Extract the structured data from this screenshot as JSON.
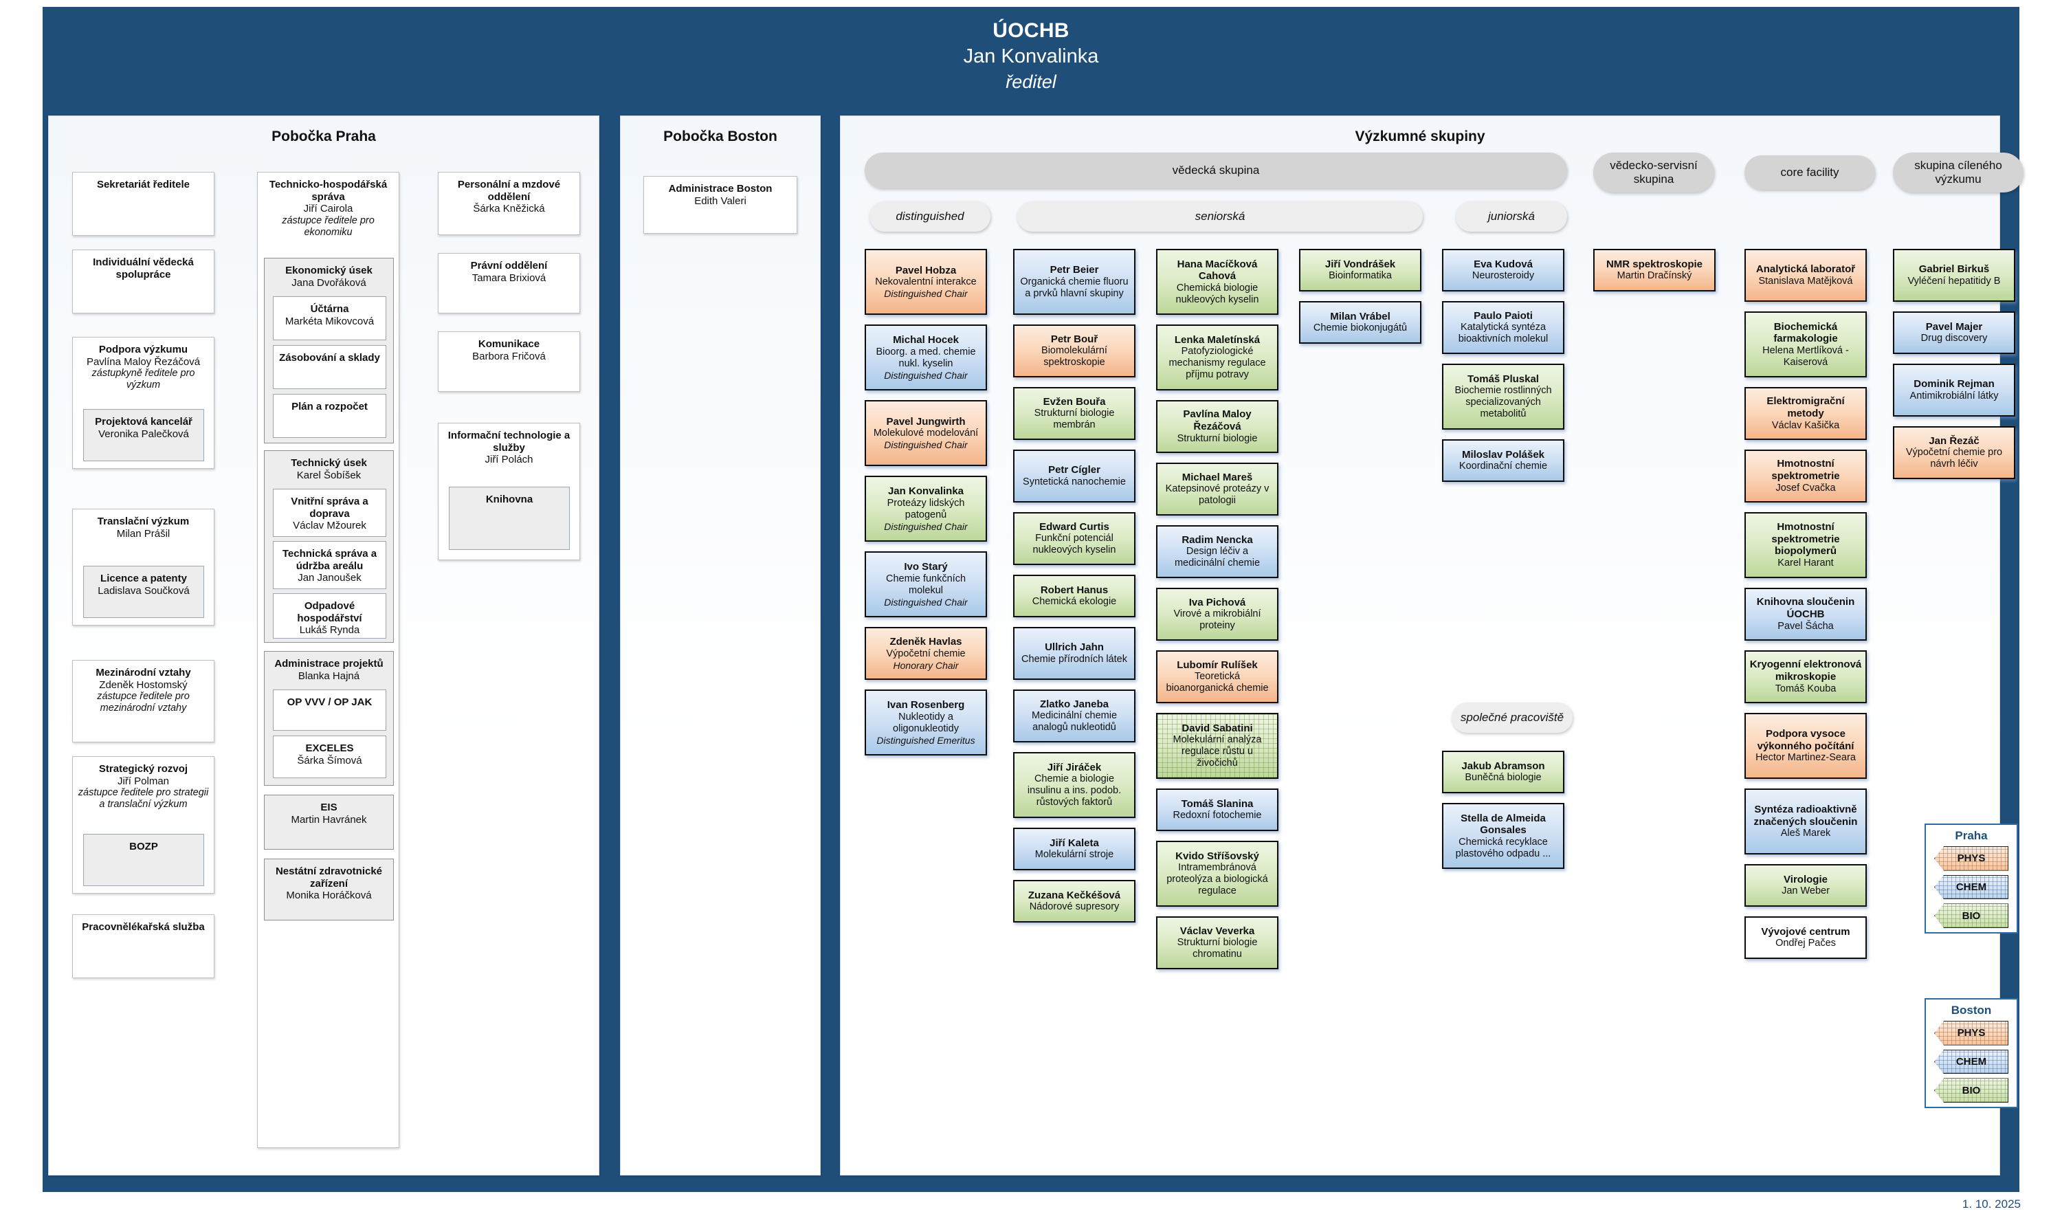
{
  "header": {
    "org": "ÚOCHB",
    "director_name": "Jan Konvalinka",
    "director_role": "ředitel"
  },
  "footer": {
    "date": "1. 10. 2025"
  },
  "panels": {
    "praha": "Pobočka Praha",
    "boston": "Pobočka Boston",
    "research": "Výzkumné skupiny"
  },
  "legend": {
    "vedecka_skupina": "vědecká skupina",
    "distinguished": "distinguished",
    "seniorska": "seniorská",
    "juniorska": "juniorská",
    "vedecko_servisni": "vědecko-servisní skupina",
    "core_facility": "core facility",
    "cileny_vyzkum": "skupina cíleného výzkumu",
    "spolecne_pracoviste": "společné pracoviště"
  },
  "praha_col1": [
    {
      "title": "Sekretariát ředitele"
    },
    {
      "title": "Individuální vědecká spolupráce"
    },
    {
      "title": "Podpora výzkumu",
      "person": "Pavlína Maloy Řezáčová",
      "role": "zástupkyně ředitele pro výzkum",
      "children": [
        {
          "title": "Projektová kancelář",
          "person": "Veronika Palečková"
        }
      ]
    },
    {
      "title": "Translační výzkum",
      "person": "Milan Prášil",
      "children": [
        {
          "title": "Licence a patenty",
          "person": "Ladislava Součková"
        }
      ]
    },
    {
      "title": "Mezinárodní vztahy",
      "person": "Zdeněk Hostomský",
      "role": "zástupce ředitele pro mezinárodní vztahy"
    },
    {
      "title": "Strategický rozvoj",
      "person": "Jiří Polman",
      "role": "zástupce ředitele pro strategii a translační výzkum",
      "children": [
        {
          "title": "BOZP"
        }
      ]
    },
    {
      "title": "Pracovnělékařská služba"
    }
  ],
  "praha_col2": {
    "title": "Technicko-hospodářská správa",
    "person": "Jiří Cairola",
    "role": "zástupce ředitele pro ekonomiku",
    "sections": [
      {
        "title": "Ekonomický úsek",
        "person": "Jana Dvořáková",
        "children": [
          {
            "title": "Účtárna",
            "person": "Markéta Mikovcová"
          },
          {
            "title": "Zásobování a sklady"
          },
          {
            "title": "Plán a rozpočet"
          }
        ]
      },
      {
        "title": "Technický úsek",
        "person": "Karel Šobíšek",
        "children": [
          {
            "title": "Vnitřní správa a doprava",
            "person": "Václav Mžourek"
          },
          {
            "title": "Technická správa a údržba areálu",
            "person": "Jan Janoušek"
          },
          {
            "title": "Odpadové hospodářství",
            "person": "Lukáš Rynda"
          }
        ]
      },
      {
        "title": "Administrace projektů",
        "person": "Blanka Hajná",
        "children": [
          {
            "title": "OP VVV / OP JAK"
          },
          {
            "title": "EXCELES",
            "person": "Šárka Šímová"
          }
        ]
      },
      {
        "title": "EIS",
        "person": "Martin Havránek",
        "children": []
      },
      {
        "title": "Nestátní zdravotnické zařízení",
        "person": "Monika Horáčková",
        "children": []
      }
    ]
  },
  "praha_col3": [
    {
      "title": "Personální a mzdové oddělení",
      "person": "Šárka Kněžická"
    },
    {
      "title": "Právní oddělení",
      "person": "Tamara Brixiová"
    },
    {
      "title": "Komunikace",
      "person": "Barbora Fričová"
    },
    {
      "title": "Informační technologie a služby",
      "person": "Jiří Polách",
      "children": [
        {
          "title": "Knihovna"
        }
      ]
    }
  ],
  "boston": [
    {
      "title": "Administrace Boston",
      "person": "Edith Valeri"
    }
  ],
  "groups_distinguished": [
    {
      "name": "Pavel Hobza",
      "desc": "Nekovalentní interakce",
      "tag": "Distinguished Chair",
      "color": "orange"
    },
    {
      "name": "Michal Hocek",
      "desc": "Bioorg. a med. chemie nukl. kyselin",
      "tag": "Distinguished Chair",
      "color": "blue"
    },
    {
      "name": "Pavel Jungwirth",
      "desc": "Molekulové modelování",
      "tag": "Distinguished Chair",
      "color": "orange"
    },
    {
      "name": "Jan Konvalinka",
      "desc": "Proteázy lidských patogenů",
      "tag": "Distinguished Chair",
      "color": "green"
    },
    {
      "name": "Ivo Starý",
      "desc": "Chemie funkčních molekul",
      "tag": "Distinguished Chair",
      "color": "blue"
    },
    {
      "name": "Zdeněk Havlas",
      "desc": "Výpočetní chemie",
      "tag": "Honorary Chair",
      "color": "orange"
    },
    {
      "name": "Ivan Rosenberg",
      "desc": "Nukleotidy a oligonukleotidy",
      "tag": "Distinguished Emeritus",
      "color": "blue"
    }
  ],
  "groups_senior_a": [
    {
      "name": "Petr Beier",
      "desc": "Organická chemie fluoru a prvků hlavní skupiny",
      "color": "blue"
    },
    {
      "name": "Petr Bouř",
      "desc": "Biomolekulární spektroskopie",
      "color": "orange"
    },
    {
      "name": "Evžen Bouřa",
      "desc": "Strukturní biologie membrán",
      "color": "green"
    },
    {
      "name": "Petr Cígler",
      "desc": "Syntetická nanochemie",
      "color": "blue"
    },
    {
      "name": "Edward Curtis",
      "desc": "Funkční potenciál nukleových kyselin",
      "color": "green"
    },
    {
      "name": "Robert Hanus",
      "desc": "Chemická ekologie",
      "color": "green"
    },
    {
      "name": "Ullrich Jahn",
      "desc": "Chemie přírodních látek",
      "color": "blue"
    },
    {
      "name": "Zlatko Janeba",
      "desc": "Medicinální chemie analogů nukleotidů",
      "color": "blue"
    },
    {
      "name": "Jiří Jiráček",
      "desc": "Chemie a biologie insulinu a ins. podob. růstových faktorů",
      "color": "green"
    },
    {
      "name": "Jiří Kaleta",
      "desc": "Molekulární stroje",
      "color": "blue"
    },
    {
      "name": "Zuzana Kečkéšová",
      "desc": "Nádorové supresory",
      "color": "green"
    }
  ],
  "groups_senior_b": [
    {
      "name": "Hana Macíčková Cahová",
      "desc": "Chemická biologie nukleových kyselin",
      "color": "green"
    },
    {
      "name": "Lenka Maletínská",
      "desc": "Patofyziologické mechanismy regulace příjmu potravy",
      "color": "green"
    },
    {
      "name": "Pavlína Maloy Řezáčová",
      "desc": "Strukturní biologie",
      "color": "green"
    },
    {
      "name": "Michael Mareš",
      "desc": "Katepsinové proteázy v patologii",
      "color": "green"
    },
    {
      "name": "Radim Nencka",
      "desc": "Design léčiv a medicinální chemie",
      "color": "blue"
    },
    {
      "name": "Iva Pichová",
      "desc": "Virové a mikrobiální proteiny",
      "color": "green"
    },
    {
      "name": "Lubomír Rulíšek",
      "desc": "Teoretická bioanorganická chemie",
      "color": "orange"
    },
    {
      "name": "David Sabatini",
      "desc": "Molekulární analýza regulace růstu u živočichů",
      "color": "green-hatch"
    },
    {
      "name": "Tomáš Slanina",
      "desc": "Redoxní fotochemie",
      "color": "blue"
    },
    {
      "name": "Kvido Stříšovský",
      "desc": "Intramembránová proteolýza a biologická regulace",
      "color": "green"
    },
    {
      "name": "Václav Veverka",
      "desc": "Strukturní biologie chromatinu",
      "color": "green"
    }
  ],
  "groups_senior_c": [
    {
      "name": "Jiří Vondrášek",
      "desc": "Bioinformatika",
      "color": "green"
    },
    {
      "name": "Milan Vrábel",
      "desc": "Chemie biokonjugátů",
      "color": "blue"
    }
  ],
  "groups_junior": [
    {
      "name": "Eva Kudová",
      "desc": "Neurosteroidy",
      "color": "blue"
    },
    {
      "name": "Paulo Paioti",
      "desc": "Katalytická syntéza bioaktivních molekul",
      "color": "blue"
    },
    {
      "name": "Tomáš Pluskal",
      "desc": "Biochemie rostlinných specializovaných metabolitů",
      "color": "green"
    },
    {
      "name": "Miloslav Polášek",
      "desc": "Koordinační chemie",
      "color": "blue"
    }
  ],
  "groups_shared": [
    {
      "name": "Jakub Abramson",
      "desc": "Buněčná biologie",
      "color": "green"
    },
    {
      "name": "Stella de Almeida Gonsales",
      "desc": "Chemická recyklace plastového odpadu ...",
      "color": "blue"
    }
  ],
  "groups_service": [
    {
      "name": "NMR spektroskopie",
      "desc": "Martin Dračínský",
      "color": "orange"
    }
  ],
  "groups_core": [
    {
      "name": "Analytická laboratoř",
      "desc": "Stanislava Matějková",
      "color": "orange"
    },
    {
      "name": "Biochemická farmakologie",
      "desc": "Helena Mertlíková - Kaiserová",
      "color": "green"
    },
    {
      "name": "Elektromigrační metody",
      "desc": "Václav Kašička",
      "color": "orange"
    },
    {
      "name": "Hmotnostní spektrometrie",
      "desc": "Josef Cvačka",
      "color": "orange"
    },
    {
      "name": "Hmotnostní spektrometrie biopolymerů",
      "desc": "Karel Harant",
      "color": "green"
    },
    {
      "name": "Knihovna sloučenin ÚOCHB",
      "desc": "Pavel Šácha",
      "color": "blue"
    },
    {
      "name": "Kryogenní elektronová mikroskopie",
      "desc": "Tomáš Kouba",
      "color": "green"
    },
    {
      "name": "Podpora vysoce výkonného počítání",
      "desc": "Hector Martinez-Seara",
      "color": "orange"
    },
    {
      "name": "Syntéza radioaktivně značených sloučenin",
      "desc": "Aleš Marek",
      "color": "blue"
    },
    {
      "name": "Virologie",
      "desc": "Jan Weber",
      "color": "green"
    },
    {
      "name": "Vývojové centrum",
      "desc": "Ondřej Pačes",
      "color": "white"
    }
  ],
  "groups_targeted": [
    {
      "name": "Gabriel Birkuš",
      "desc": "Vyléčení hepatitidy B",
      "color": "green"
    },
    {
      "name": "Pavel Majer",
      "desc": "Drug discovery",
      "color": "blue"
    },
    {
      "name": "Dominik Rejman",
      "desc": "Antimikrobiální látky",
      "color": "blue"
    },
    {
      "name": "Jan Řezáč",
      "desc": "Výpočetní chemie pro návrh léčiv",
      "color": "orange"
    }
  ],
  "sites": [
    {
      "label": "Praha",
      "chevrons": [
        "PHYS",
        "CHEM",
        "BIO"
      ]
    },
    {
      "label": "Boston",
      "chevrons": [
        "PHYS",
        "CHEM",
        "BIO"
      ]
    }
  ]
}
